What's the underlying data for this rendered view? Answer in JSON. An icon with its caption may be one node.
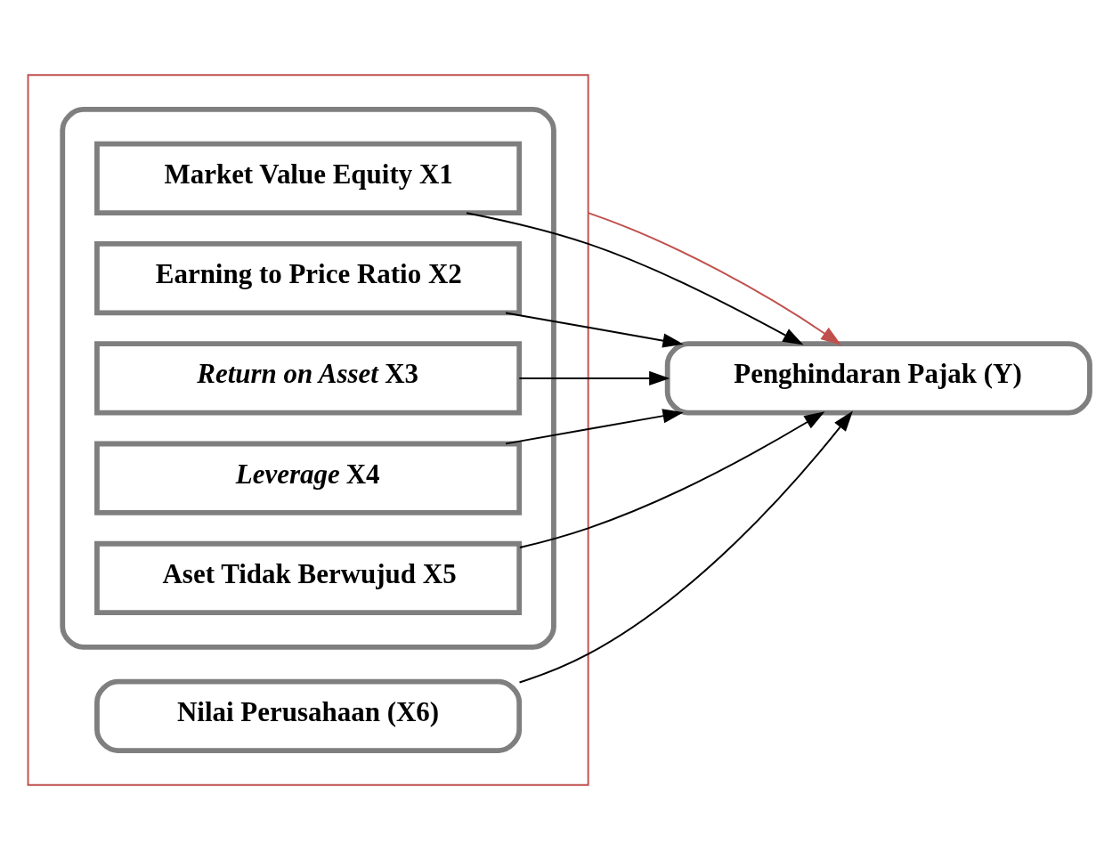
{
  "diagram": {
    "nodes": [
      {
        "text": [],
        "shape": "box"
      },
      {
        "text": [],
        "shape": "box",
        "in": 0
      },
      {
        "text": [
          "Market Value Equity X1"
        ],
        "in": 1
      },
      {
        "text": [
          "Earning to Price Ratio X2"
        ],
        "in": 1
      },
      {
        "text": [
          "*Return on Asset* X3"
        ],
        "in": 1
      },
      {
        "text": [
          "*Leverage* X4"
        ],
        "in": 1
      },
      {
        "text": [
          "Aset Tidak Berwujud X5"
        ],
        "in": 1
      },
      {
        "text": [
          "Nilai Perusahaan (X6)"
        ],
        "in": 0
      },
      {
        "text": [
          "Penghindaran Pajak (Y)"
        ]
      }
    ],
    "edges": [
      {
        "from": 2,
        "to": 8,
        "arrow": "to"
      },
      {
        "from": 3,
        "to": 8,
        "arrow": "to"
      },
      {
        "from": 4,
        "to": 8,
        "arrow": "to"
      },
      {
        "from": 5,
        "to": 8,
        "arrow": "to"
      },
      {
        "from": 6,
        "to": 8,
        "arrow": "to"
      },
      {
        "from": 7,
        "to": 8,
        "arrow": "to"
      },
      {
        "from": 0,
        "to": 8,
        "arrow": "to",
        "color": "#c0504d"
      }
    ]
  }
}
